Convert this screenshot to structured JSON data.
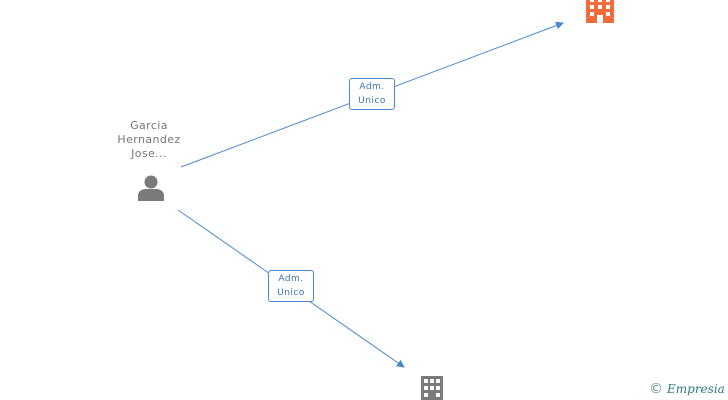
{
  "person": {
    "name_lines": [
      "Garcia",
      "Hernandez",
      "Jose..."
    ],
    "icon": "person-icon"
  },
  "companies": [
    {
      "id": "top",
      "icon": "building-icon",
      "color": "#f26b3a"
    },
    {
      "id": "bottom",
      "icon": "building-icon",
      "color": "#7a7a7a"
    }
  ],
  "edges": [
    {
      "to": "top",
      "label_lines": [
        "Adm.",
        "Unico"
      ]
    },
    {
      "to": "bottom",
      "label_lines": [
        "Adm.",
        "Unico"
      ]
    }
  ],
  "colors": {
    "edge": "#4a88cf",
    "person": "#7a7a7a"
  },
  "watermark": {
    "copyright_symbol": "©",
    "brand": "Empresia"
  }
}
